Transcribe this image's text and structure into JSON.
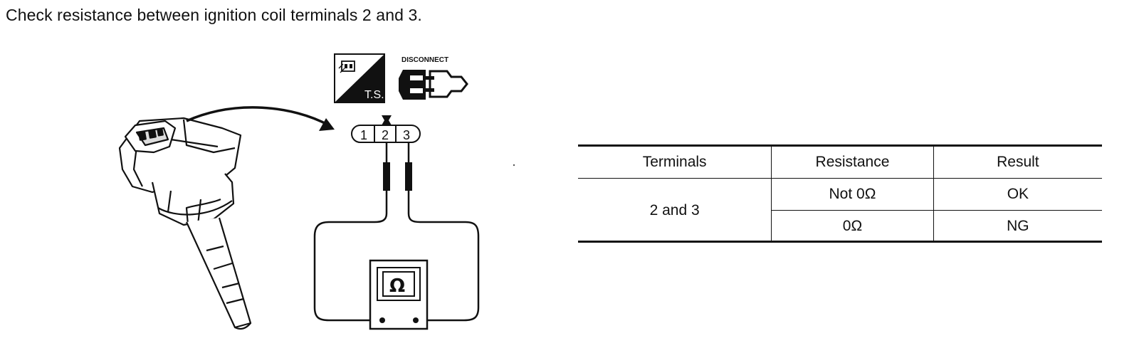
{
  "heading": "Check resistance between ignition coil terminals 2 and 3.",
  "figure": {
    "disconnect_label": "DISCONNECT",
    "ts_label": "T.S.",
    "connector_terminals": [
      "1",
      "2",
      "3"
    ],
    "meter_symbol": "Ω",
    "icons": [
      "ignition-coil",
      "tester-icon",
      "disconnect-connector-icon",
      "ohmmeter-icon"
    ]
  },
  "table": {
    "headers": [
      "Terminals",
      "Resistance",
      "Result"
    ],
    "terminals": "2 and 3",
    "rows": [
      {
        "resistance": "Not 0Ω",
        "result": "OK"
      },
      {
        "resistance": "0Ω",
        "result": "NG"
      }
    ]
  }
}
